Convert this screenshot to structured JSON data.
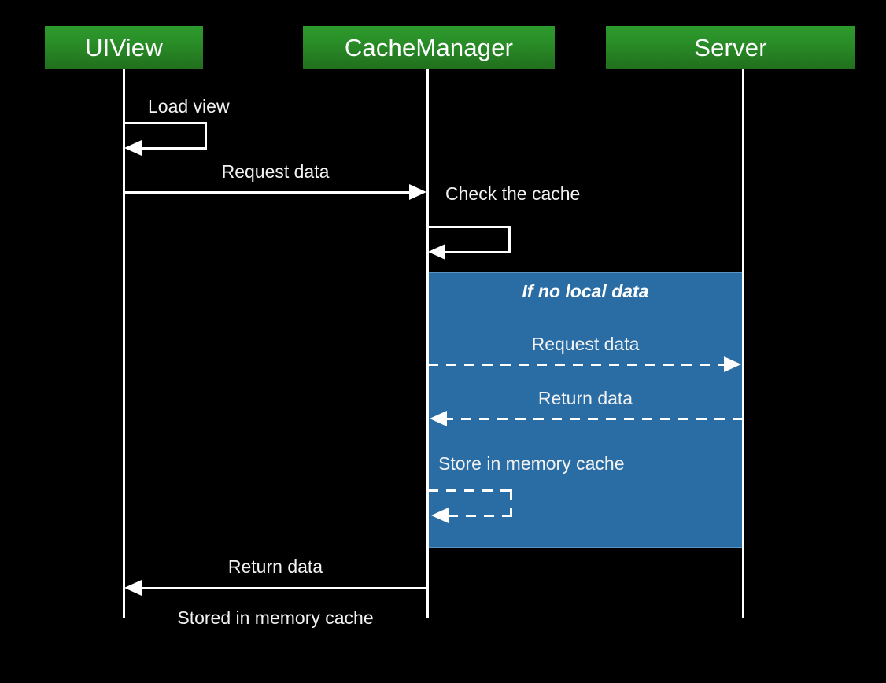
{
  "diagram": {
    "type": "sequence-diagram",
    "background_color": "#000000",
    "participant_color": "#2a8f28",
    "fragment_color": "#2a6da5",
    "line_color": "#ffffff"
  },
  "participants": [
    {
      "id": "uiview",
      "label": "UIView"
    },
    {
      "id": "cachemanager",
      "label": "CacheManager"
    },
    {
      "id": "server",
      "label": "Server"
    }
  ],
  "fragment": {
    "label": "If no local data"
  },
  "messages": [
    {
      "id": "m1",
      "label": "Load view",
      "kind": "self",
      "style": "solid"
    },
    {
      "id": "m2",
      "label": "Request data",
      "kind": "call",
      "style": "solid"
    },
    {
      "id": "m3",
      "label": "Check the cache",
      "kind": "self",
      "style": "solid"
    },
    {
      "id": "m4",
      "label": "Request data",
      "kind": "call",
      "style": "dashed"
    },
    {
      "id": "m5",
      "label": "Return data",
      "kind": "return",
      "style": "dashed"
    },
    {
      "id": "m6",
      "label": "Store in memory cache",
      "kind": "self",
      "style": "dashed"
    },
    {
      "id": "m7",
      "label": "Return data",
      "kind": "return",
      "style": "solid"
    },
    {
      "id": "m8",
      "label": "Stored in memory cache",
      "kind": "note",
      "style": "none"
    }
  ]
}
